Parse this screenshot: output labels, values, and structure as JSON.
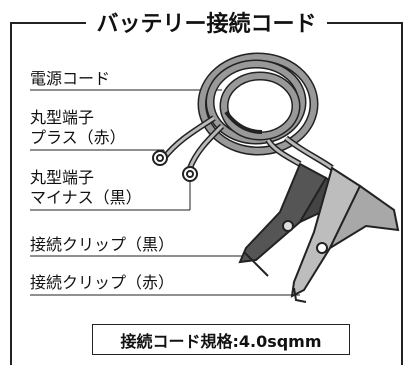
{
  "title": "バッテリー接続コード",
  "labels": {
    "power_cord": "電源コード",
    "ring_plus_line1": "丸型端子",
    "ring_plus_line2": "プラス（赤）",
    "ring_minus_line1": "丸型端子",
    "ring_minus_line2": "マイナス（黒）",
    "clip_black": "接続クリップ（黒）",
    "clip_red": "接続クリップ（赤）"
  },
  "spec": "接続コード規格:4.0sqmm"
}
